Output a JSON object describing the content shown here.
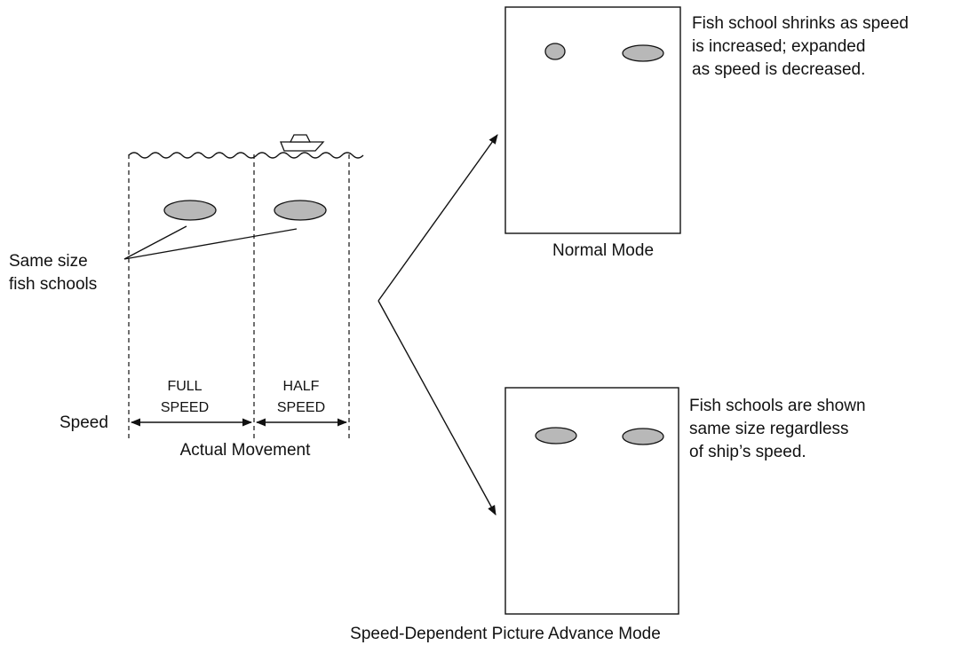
{
  "colors": {
    "stroke": "#111111",
    "fish_fill": "#b8b8b8",
    "background": "#ffffff"
  },
  "left_panel": {
    "fish_label_line1": "Same size",
    "fish_label_line2": "fish schools",
    "full_speed_line1": "FULL",
    "full_speed_line2": "SPEED",
    "half_speed_line1": "HALF",
    "half_speed_line2": "SPEED",
    "speed_label": "Speed",
    "caption": "Actual Movement"
  },
  "normal_mode": {
    "note_line1": "Fish school shrinks as speed",
    "note_line2": "is increased; expanded",
    "note_line3": "as speed is decreased.",
    "caption": "Normal Mode"
  },
  "speed_dependent_mode": {
    "note_line1": "Fish schools are shown",
    "note_line2": "same size regardless",
    "note_line3": "of ship’s speed.",
    "caption": "Speed-Dependent Picture Advance Mode"
  },
  "icons": [
    "boat-icon",
    "sea-surface-wave",
    "fish-school"
  ]
}
